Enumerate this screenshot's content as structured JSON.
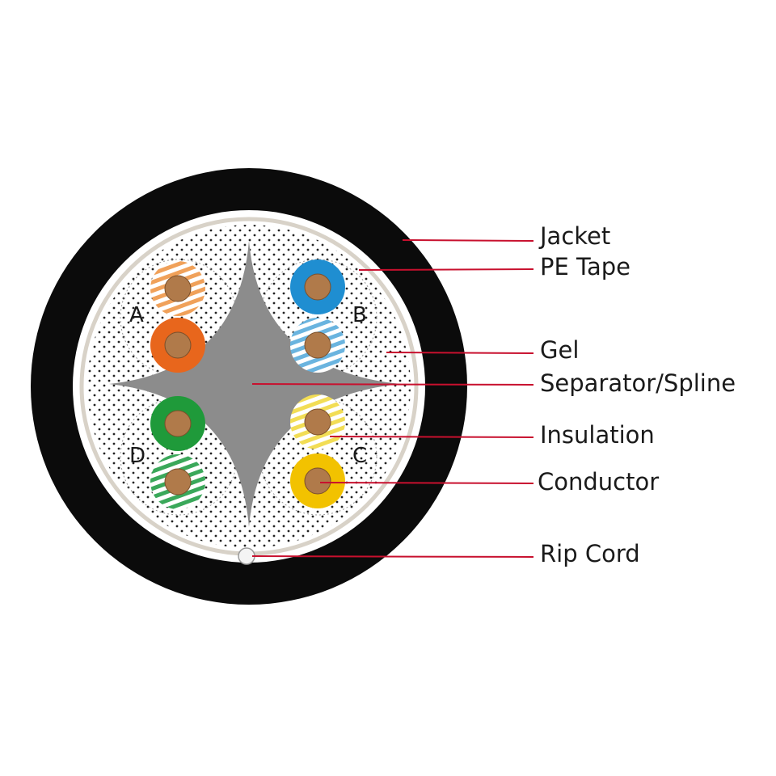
{
  "colors": {
    "jacket": "#0b0b0b",
    "pe_tape": "#d8d2c8",
    "gel": "#ffffff",
    "gel_dots": "#222222",
    "spline": "#8c8c8c",
    "copper": "#b07a4a",
    "leader": "#c8102e"
  },
  "pairs": [
    {
      "letter": "A",
      "solid": "#e8661c",
      "stripe_color": "#f0a15a"
    },
    {
      "letter": "B",
      "solid": "#1f8ed1",
      "stripe_color": "#6ab4df"
    },
    {
      "letter": "C",
      "solid": "#f2c200",
      "stripe_color": "#f2dd55"
    },
    {
      "letter": "D",
      "solid": "#1f9a3a",
      "stripe_color": "#3aa85a"
    }
  ],
  "callouts": [
    {
      "label": "Jacket"
    },
    {
      "label": "PE Tape"
    },
    {
      "label": "Gel"
    },
    {
      "label": "Separator/Spline"
    },
    {
      "label": "Insulation"
    },
    {
      "label": "Conductor"
    },
    {
      "label": "Rip Cord"
    }
  ]
}
